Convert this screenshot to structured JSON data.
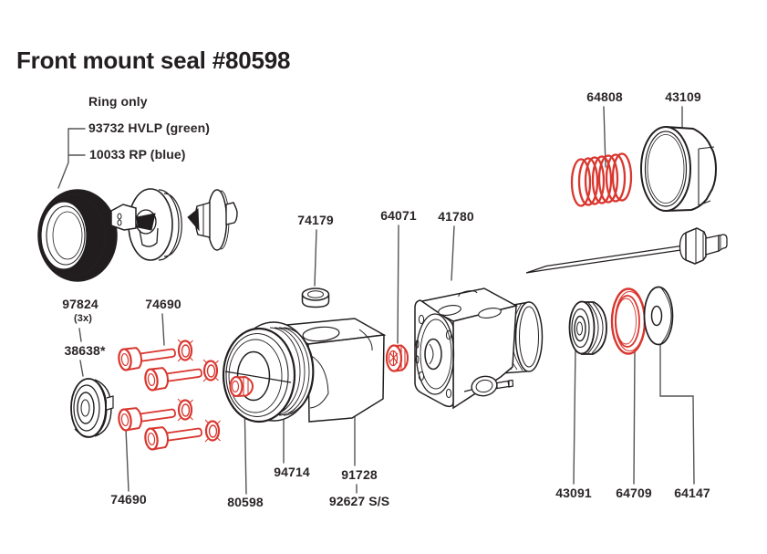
{
  "title": "Front mount seal #80598",
  "colors": {
    "highlight_red": "#d9372f",
    "ink": "#231f20",
    "leader_gray": "#545456"
  },
  "legend": {
    "heading": "Ring only",
    "options": [
      {
        "label": "93732 HVLP (green)"
      },
      {
        "label": "10033 RP (blue)"
      }
    ]
  },
  "parts": {
    "spring_64808": "64808",
    "nut_43109": "43109",
    "plug_74179": "74179",
    "seal_64071": "64071",
    "body_41780": "41780",
    "seal_97824": "97824",
    "seal_97824_qty": "(3x)",
    "cartridge_38638": "38638*",
    "screw_74690": "74690",
    "seal_80598": "80598",
    "front_94714": "94714",
    "body_91728": "91728",
    "body_92627": "92627 S/S",
    "spacer_43091": "43091",
    "oring_64709": "64709",
    "washer_64147": "64147"
  }
}
